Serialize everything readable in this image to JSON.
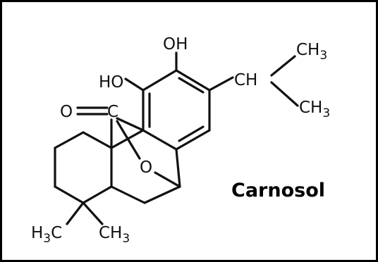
{
  "compound": {
    "name": "Carnosol"
  },
  "atoms": {
    "oh_top": "OH",
    "ho_left": "HO",
    "carbonyl_oxygen": "O",
    "carbonyl_carbon": "C",
    "ch": "CH",
    "ch3_upper_main": "CH",
    "ch3_upper_sub": "3",
    "ch3_lower_main": "CH",
    "ch3_lower_sub": "3",
    "bridge_oxygen": "O",
    "h3c_main_h": "H",
    "h3c_sub": "3",
    "h3c_main_c": "C",
    "ch3_bottom_main": "CH",
    "ch3_bottom_sub": "3"
  },
  "colors": {
    "ink": "#111111",
    "border": "#000000",
    "background": "#ffffff"
  }
}
